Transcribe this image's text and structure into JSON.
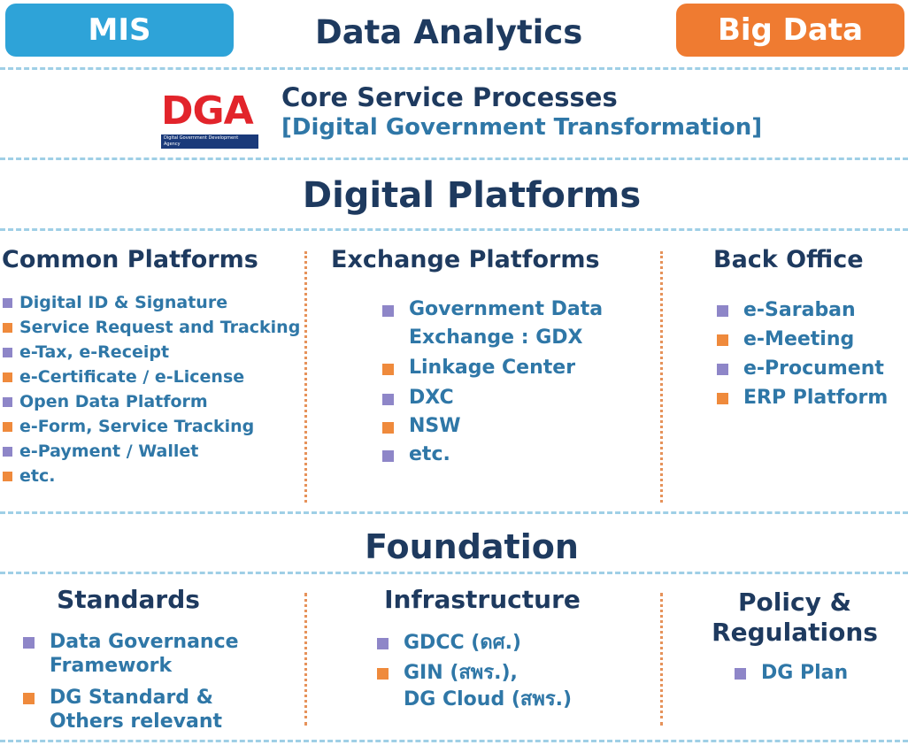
{
  "top": {
    "mis": "MIS",
    "center": "Data Analytics",
    "bigdata": "Big Data"
  },
  "core": {
    "logo_text": "DGA",
    "logo_tag": "Digital Government Development Agency",
    "title": "Core Service Processes",
    "subtitle": "[Digital Government Transformation]"
  },
  "platforms": {
    "title": "Digital Platforms",
    "common": {
      "heading": "Common Platforms",
      "items": [
        "Digital ID & Signature",
        "Service Request and Tracking",
        "e-Tax, e-Receipt",
        "e-Certificate / e-License",
        "Open Data Platform",
        "e-Form,  Service Tracking",
        "e-Payment / Wallet",
        "etc."
      ]
    },
    "exchange": {
      "heading": "Exchange Platforms",
      "items": [
        "Government Data",
        "Exchange : GDX",
        "Linkage Center",
        "DXC",
        "NSW",
        "etc."
      ]
    },
    "backoffice": {
      "heading": "Back Office",
      "items": [
        "e-Saraban",
        "e-Meeting",
        "e-Procument",
        "ERP Platform"
      ]
    }
  },
  "foundation": {
    "title": "Foundation",
    "standards": {
      "heading": "Standards",
      "items": [
        "Data Governance",
        "Framework",
        "DG Standard &",
        "Others relevant"
      ]
    },
    "infrastructure": {
      "heading": "Infrastructure",
      "items": [
        "GDCC (ดศ.)",
        "GIN (สพร.),",
        "DG Cloud (สพร.)"
      ]
    },
    "policy": {
      "heading_line1": "Policy &",
      "heading_line2": "Regulations",
      "items": [
        "DG Plan"
      ]
    }
  },
  "colors": {
    "navy": "#1e3a5f",
    "blue_text": "#2f77a7",
    "mis_blue": "#2ea3d8",
    "bigdata_orange": "#ef7b31",
    "bullet_purple": "#8e86c8",
    "bullet_orange": "#ef8a3c",
    "dga_red": "#e2242b"
  }
}
